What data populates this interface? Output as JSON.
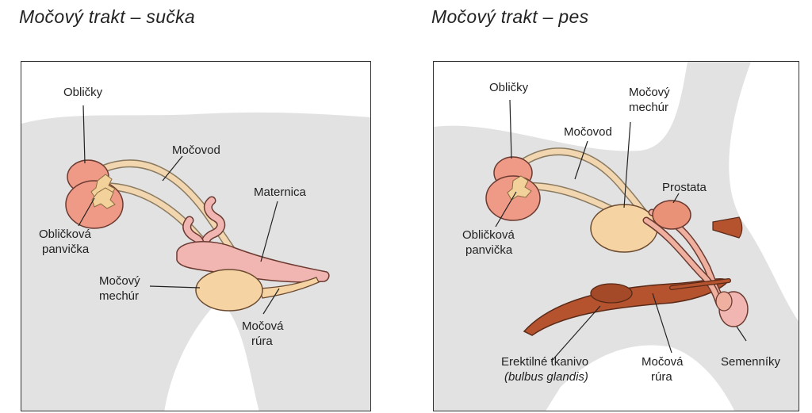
{
  "colors": {
    "silhouette": "#e2e2e2",
    "kidney": "#ef9a86",
    "pelvis": "#f2d29a",
    "ureter": "#f2d6b0",
    "bladder": "#f5d3a2",
    "uterus": "#f1b6b2",
    "prostate": "#ea9278",
    "penis": "#b5532f",
    "leader": "#222222"
  },
  "female": {
    "title": "Močový trakt – sučka",
    "labels": {
      "kidneys": "Obličky",
      "ureter": "Močovod",
      "uterus": "Maternica",
      "pelvis_1": "Obličková",
      "pelvis_2": "panvička",
      "bladder_1": "Močový",
      "bladder_2": "mechúr",
      "urethra_1": "Močová",
      "urethra_2": "rúra"
    }
  },
  "male": {
    "title": "Močový trakt – pes",
    "labels": {
      "kidneys": "Obličky",
      "bladder_1": "Močový",
      "bladder_2": "mechúr",
      "ureter": "Močovod",
      "prostate": "Prostata",
      "pelvis_1": "Obličková",
      "pelvis_2": "panvička",
      "erectile": "Erektilné tkanivo",
      "bulbus": "(bulbus glandis)",
      "urethra_1": "Močová",
      "urethra_2": "rúra",
      "testes": "Semenníky"
    }
  }
}
